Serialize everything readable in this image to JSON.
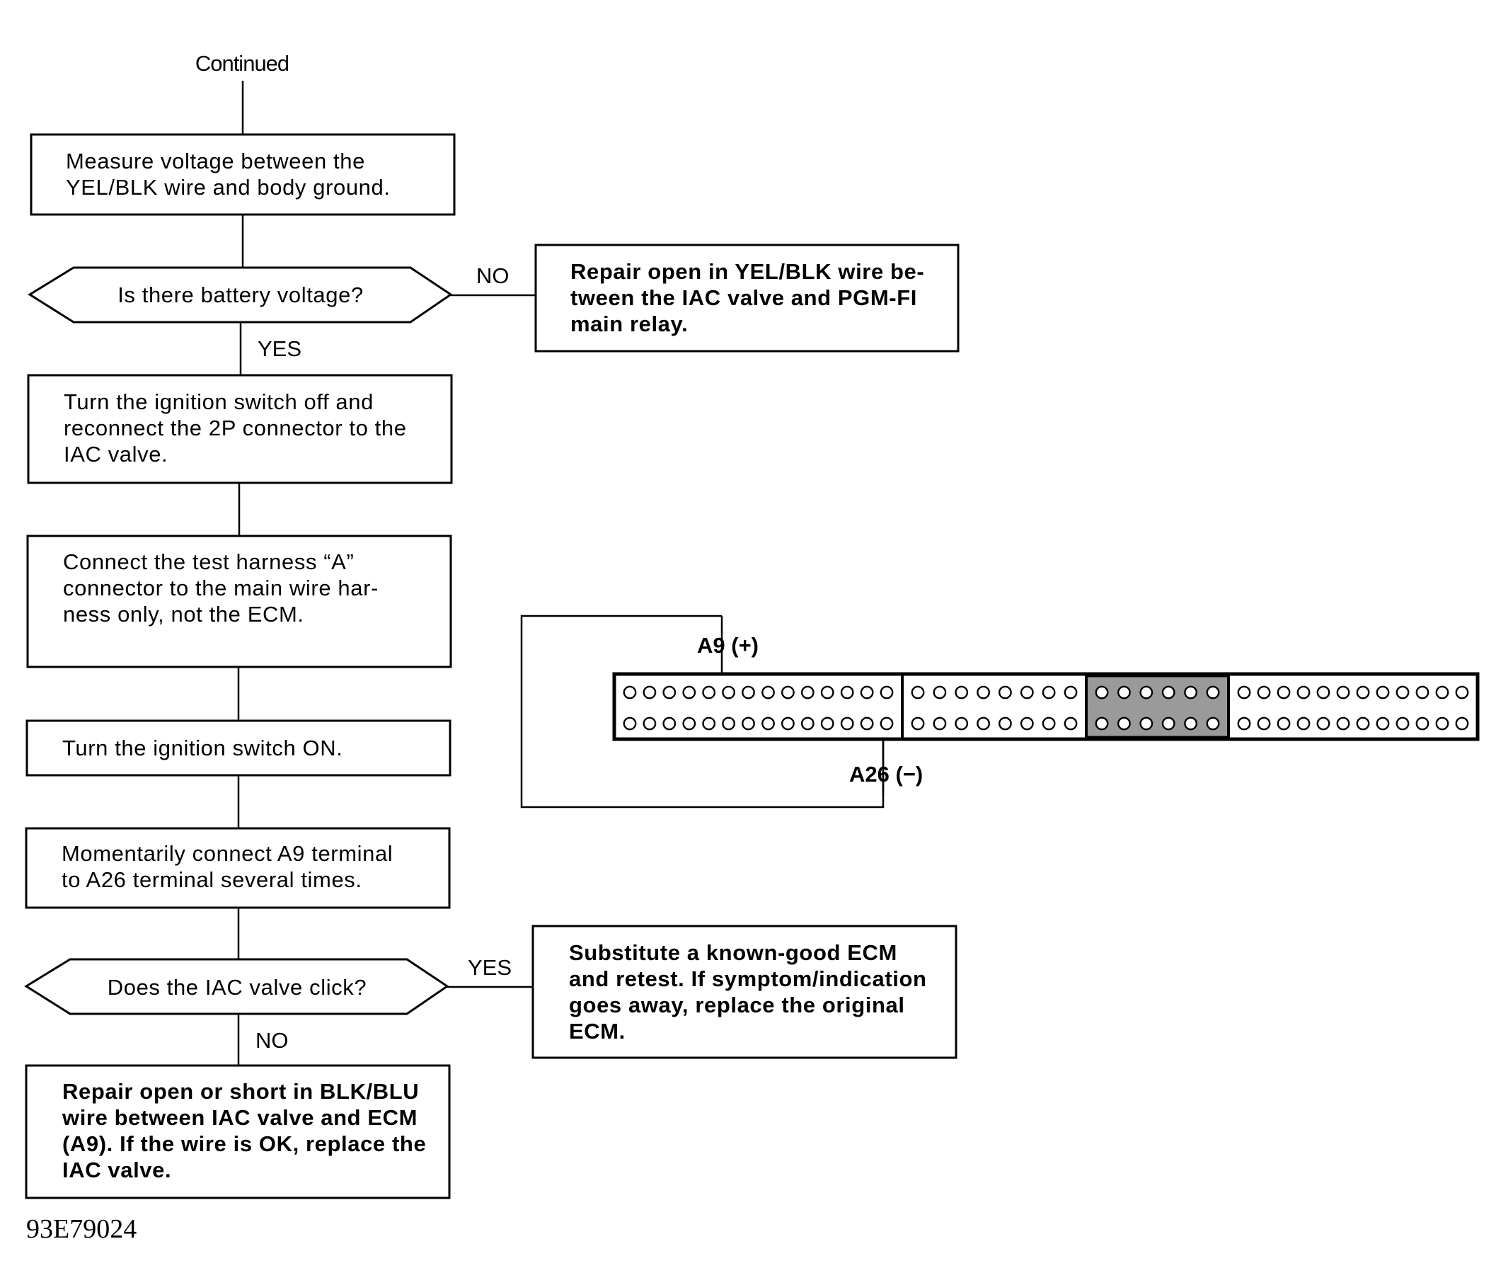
{
  "header": {
    "continued": "Continued"
  },
  "steps": {
    "measure": [
      "Measure  voltage  between  the",
      "YEL/BLK wire and body ground."
    ],
    "turn_off": [
      "Turn the ignition switch off and",
      "reconnect the 2P connector to the",
      "IAC valve."
    ],
    "connect_harness": [
      "Connect  the  test  harness  “A”",
      "connector to the main wire har-",
      "ness only, not the ECM."
    ],
    "ignition_on": [
      "Turn the ignition switch ON."
    ],
    "momentarily": [
      "Momentarily connect A9 terminal",
      "to A26 terminal several times."
    ]
  },
  "decisions": {
    "battery_voltage": "Is there battery voltage?",
    "iac_click": "Does the IAC valve click?"
  },
  "branch_labels": {
    "no_1": "NO",
    "yes_1": "YES",
    "yes_2": "YES",
    "no_2": "NO"
  },
  "results": {
    "repair_yel_blk": [
      "Repair open in YEL/BLK wire be-",
      "tween the IAC valve and PGM-FI",
      "main relay."
    ],
    "substitute_ecm": [
      "Substitute  a  known-good  ECM",
      "and retest. If symptom/indication",
      "goes  away,  replace  the  original",
      "ECM."
    ],
    "repair_blk_blu": [
      "Repair open or short in BLK/BLU",
      "wire between IAC valve and ECM",
      "(A9). If the wire is OK, replace the",
      "IAC valve."
    ]
  },
  "connector": {
    "a9_label": "A9 (+)",
    "a26_label": "A26 (−)",
    "sections": [
      {
        "pins_per_row": 14,
        "shaded": false
      },
      {
        "pins_per_row": 8,
        "shaded": false
      },
      {
        "pins_per_row": 6,
        "shaded": true
      },
      {
        "pins_per_row": 12,
        "shaded": false
      }
    ]
  },
  "figure_id": "93E79024"
}
